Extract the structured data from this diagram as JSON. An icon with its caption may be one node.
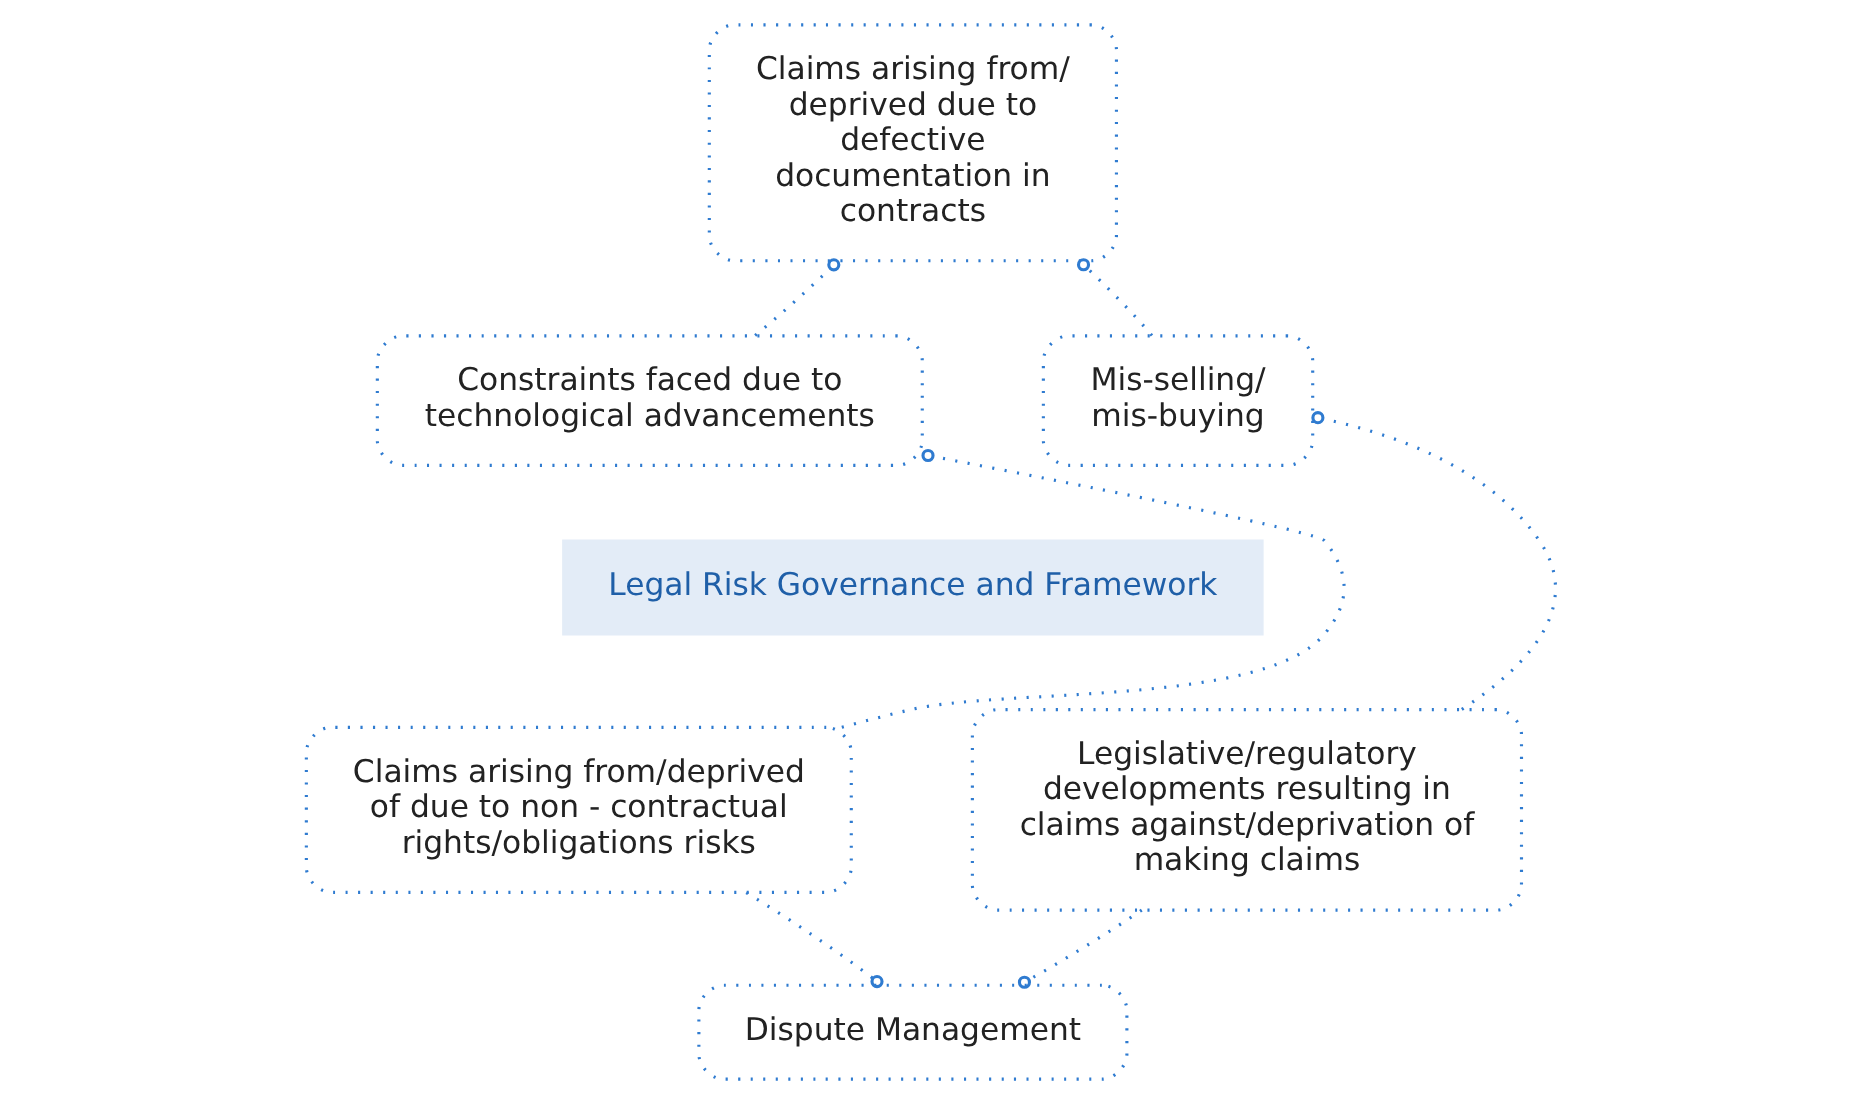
{
  "diagram": {
    "nodes": [
      {
        "text": [
          "Claims arising from/ deprived due to defective documentation in contracts"
        ]
      },
      {
        "text": [
          "Constraints faced due to technological advancements"
        ]
      },
      {
        "text": [
          "Mis-selling/ mis-buying"
        ]
      },
      {
        "text": [
          "Legal Risk Governance and Framework"
        ]
      },
      {
        "text": [
          "Claims arising from/deprived of due to non - contractual rights/obligations risks"
        ]
      },
      {
        "text": [
          "Legislative/regulatory developments resulting in claims against/deprivation of making claims"
        ]
      },
      {
        "text": [
          "Dispute Management"
        ]
      }
    ],
    "edges": [
      {
        "from": 1,
        "to": 0,
        "arrow": "other"
      },
      {
        "from": 2,
        "to": 0,
        "arrow": "other"
      },
      {
        "from": 5,
        "to": 2,
        "arrow": "other"
      },
      {
        "from": 5,
        "to": 6,
        "arrow": "other"
      },
      {
        "from": 4,
        "to": 6,
        "arrow": "other"
      },
      {
        "from": 4,
        "to": 1,
        "arrow": "other"
      }
    ]
  }
}
